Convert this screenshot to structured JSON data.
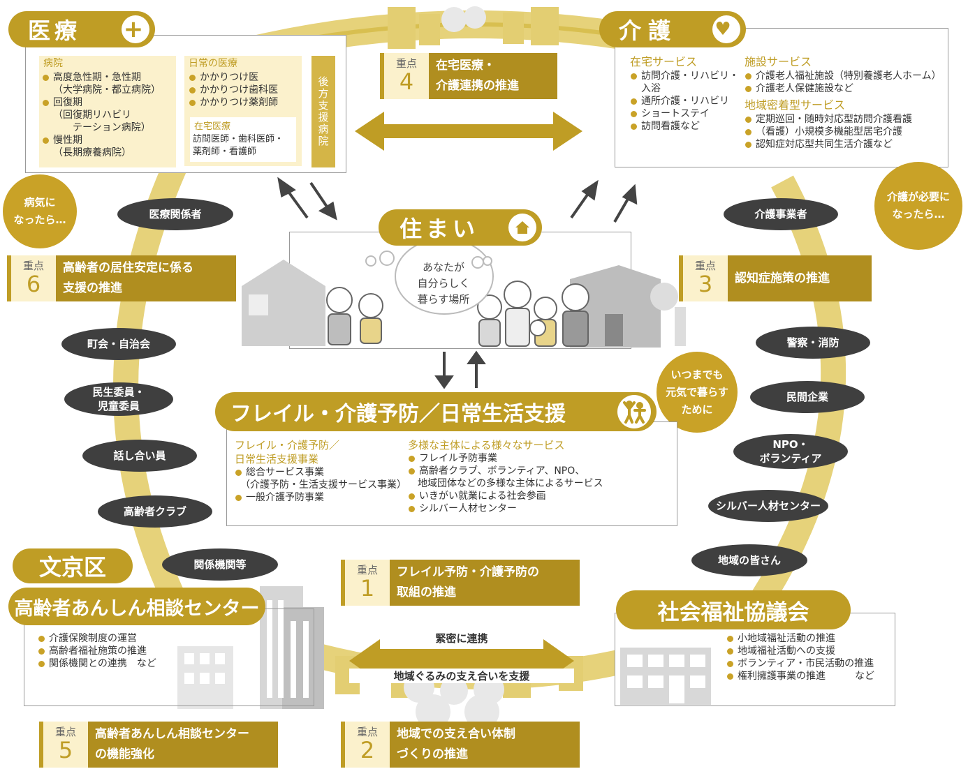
{
  "colors": {
    "gold": "#bf9d25",
    "dark_gold": "#b08e1f",
    "cream": "#fbf1cc",
    "pill": "#3f3f3f"
  },
  "medical": {
    "title": "医療",
    "icon": "plus-icon",
    "hospital": {
      "title": "病院",
      "items": [
        [
          "高度急性期・急性期",
          "（大学病院・都立病院）"
        ],
        [
          "回復期",
          "（回復期リハビリ",
          "テーション病院）"
        ],
        [
          "慢性期",
          "（長期療養病院）"
        ]
      ]
    },
    "daily": {
      "title": "日常の医療",
      "items": [
        "かかりつけ医",
        "かかりつけ歯科医",
        "かかりつけ薬剤師"
      ]
    },
    "home_care": {
      "title": "在宅医療",
      "lines": [
        "訪問医師・歯科医師・",
        "薬剤師・看護師"
      ]
    },
    "support_hospital": "後方支援病院"
  },
  "care": {
    "title": "介護",
    "icon": "heart-icon",
    "home": {
      "title": "在宅サービス",
      "items": [
        [
          "訪問介護・リハビリ・",
          "入浴"
        ],
        [
          "通所介護・リハビリ"
        ],
        [
          "ショートステイ"
        ],
        [
          "訪問看護など"
        ]
      ]
    },
    "facility": {
      "title": "施設サービス",
      "items": [
        "介護老人福祉施設（特別養護老人ホーム）",
        "介護老人保健施設など"
      ]
    },
    "community": {
      "title": "地域密着型サービス",
      "items": [
        "定期巡回・随時対応型訪問介護看護",
        "（看護）小規模多機能型居宅介護",
        "認知症対応型共同生活介護など"
      ]
    }
  },
  "housing": {
    "title": "住まい",
    "icon": "house-icon",
    "bubble": [
      "あなたが",
      "自分らしく",
      "暮らす場所"
    ]
  },
  "frail": {
    "title": "フレイル・介護予防／日常生活支援",
    "icon": "exercise-icon",
    "left": {
      "title": [
        "フレイル・介護予防／",
        "日常生活支援事業"
      ],
      "items": [
        [
          "総合サービス事業",
          "（介護予防・生活支援サービス事業）"
        ],
        [
          "一般介護予防事業"
        ]
      ]
    },
    "right": {
      "title": "多様な主体による様々なサービス",
      "items": [
        [
          "フレイル予防事業"
        ],
        [
          "高齢者クラブ、ボランティア、NPO、",
          "地域団体などの多様な主体によるサービス"
        ],
        [
          "いきがい就業による社会参画"
        ],
        [
          "シルバー人材センター"
        ]
      ]
    }
  },
  "circles": {
    "sick": [
      "病気に",
      "なったら…"
    ],
    "care_needed": [
      "介護が必要に",
      "なったら…"
    ],
    "healthy": [
      "いつまでも",
      "元気で暮らす",
      "ために"
    ]
  },
  "pills": {
    "medical_staff": "医療関係者",
    "town": "町会・自治会",
    "welfare": [
      "民生委員・",
      "児童委員"
    ],
    "talk": "話し合い員",
    "elder_club": "高齢者クラブ",
    "agencies": "関係機関等",
    "care_provider": "介護事業者",
    "police": "警察・消防",
    "private": "民間企業",
    "npo": [
      "NPO・",
      "ボランティア"
    ],
    "silver": "シルバー人材センター",
    "community": "地域の皆さん"
  },
  "keypoints": {
    "label": "重点",
    "k1": {
      "num": "1",
      "lines": [
        "フレイル予防・介護予防の",
        "取組の推進"
      ]
    },
    "k2": {
      "num": "2",
      "lines": [
        "地域での支え合い体制",
        "づくりの推進"
      ]
    },
    "k3": {
      "num": "3",
      "lines": [
        "認知症施策の推進"
      ]
    },
    "k4": {
      "num": "4",
      "lines": [
        "在宅医療・",
        "介護連携の推進"
      ]
    },
    "k5": {
      "num": "5",
      "lines": [
        "高齢者あんしん相談センター",
        "の機能強化"
      ]
    },
    "k6": {
      "num": "6",
      "lines": [
        "高齢者の居住安定に係る",
        "支援の推進"
      ]
    }
  },
  "bunkyo": {
    "ward": "文京区",
    "title": "高齢者あんしん相談センター",
    "items": [
      "介護保険制度の運営",
      "高齢者福祉施策の推進",
      "関係機関との連携　など"
    ]
  },
  "social": {
    "title": "社会福祉協議会",
    "items": [
      "小地域福祉活動の推進",
      "地域福祉活動への支援",
      "ボランティア・市民活動の推進",
      "権利擁護事業の推進　　　など"
    ]
  },
  "bottom_arrow": {
    "top": "緊密に連携",
    "bottom": "地域ぐるみの支え合いを支援"
  }
}
